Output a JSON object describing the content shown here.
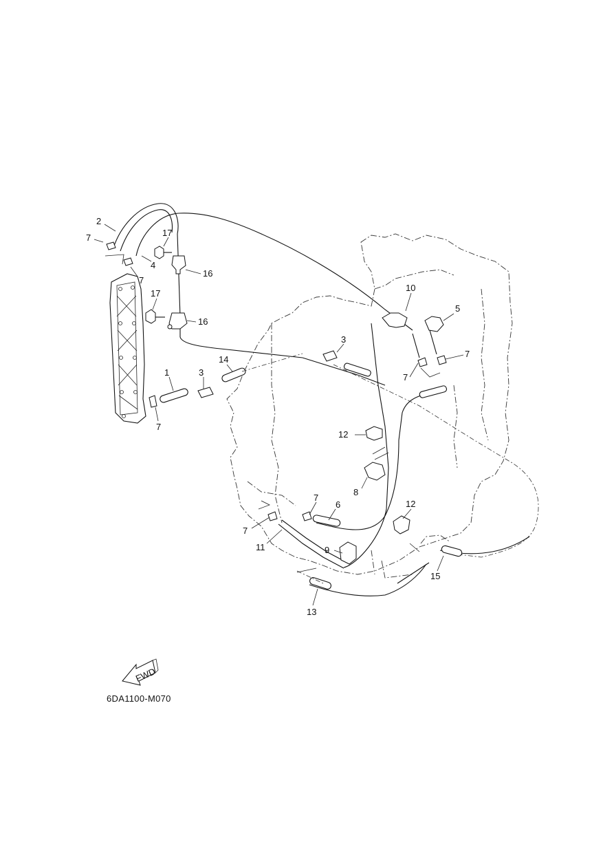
{
  "diagram": {
    "code": "6DA1100-M070",
    "fwd_label": "FWD",
    "callouts": [
      {
        "key": "c2",
        "label": "2"
      },
      {
        "key": "c7a",
        "label": "7"
      },
      {
        "key": "c17a",
        "label": "17"
      },
      {
        "key": "c4",
        "label": "4"
      },
      {
        "key": "c7b",
        "label": "7"
      },
      {
        "key": "c16a",
        "label": "16"
      },
      {
        "key": "c17b",
        "label": "17"
      },
      {
        "key": "c16b",
        "label": "16"
      },
      {
        "key": "c10",
        "label": "10"
      },
      {
        "key": "c5",
        "label": "5"
      },
      {
        "key": "c3a",
        "label": "3"
      },
      {
        "key": "c14",
        "label": "14"
      },
      {
        "key": "c1",
        "label": "1"
      },
      {
        "key": "c3b",
        "label": "3"
      },
      {
        "key": "c7c",
        "label": "7"
      },
      {
        "key": "c7d",
        "label": "7"
      },
      {
        "key": "c7e",
        "label": "7"
      },
      {
        "key": "c12a",
        "label": "12"
      },
      {
        "key": "c8",
        "label": "8"
      },
      {
        "key": "c7f",
        "label": "7"
      },
      {
        "key": "c6",
        "label": "6"
      },
      {
        "key": "c12b",
        "label": "12"
      },
      {
        "key": "c7g",
        "label": "7"
      },
      {
        "key": "c11",
        "label": "11"
      },
      {
        "key": "c9",
        "label": "9"
      },
      {
        "key": "c15",
        "label": "15"
      },
      {
        "key": "c13",
        "label": "13"
      }
    ]
  }
}
